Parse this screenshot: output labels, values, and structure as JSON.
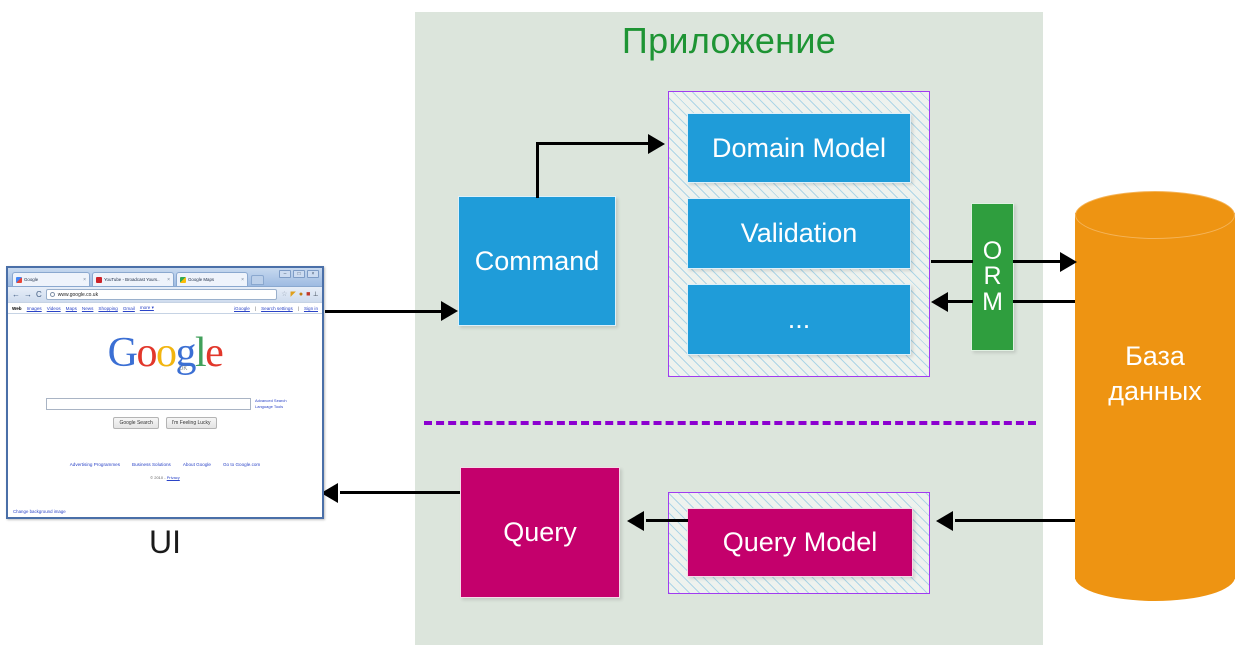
{
  "app": {
    "title": "Приложение",
    "accent_green_text": "#1e9434",
    "panel_background": "#dce5dc",
    "divider_color": "#8c00d0",
    "hatch_border_color": "#a03cf0"
  },
  "command_side": {
    "command_box": {
      "label": "Command",
      "color": "#1f9cd9"
    },
    "write_model_items": [
      {
        "label": "Domain Model",
        "color": "#1f9cd9"
      },
      {
        "label": "Validation",
        "color": "#1f9cd9"
      },
      {
        "label": "...",
        "color": "#1f9cd9"
      }
    ]
  },
  "query_side": {
    "query_box": {
      "label": "Query",
      "color": "#c4006c"
    },
    "query_model_box": {
      "label": "Query Model",
      "color": "#c4006c"
    }
  },
  "orm": {
    "letters": [
      "O",
      "R",
      "M"
    ],
    "color": "#2f9e3e"
  },
  "database": {
    "label_line1": "База",
    "label_line2": "данных",
    "color": "#ee9412"
  },
  "ui": {
    "caption": "UI",
    "browser": {
      "tabs": [
        {
          "title": "Google",
          "close": "×"
        },
        {
          "title": "YouTube - Broadcast Yours..",
          "close": "×"
        },
        {
          "title": "Google Maps",
          "close": "×"
        }
      ],
      "nav": {
        "back": "←",
        "forward": "→",
        "reload": "C"
      },
      "address": "www.google.co.uk",
      "toolbar_icons": [
        "star-icon",
        "extension-icon",
        "user-icon",
        "trash-icon",
        "wrench-icon"
      ],
      "google_nav_left": [
        "Web",
        "Images",
        "Videos",
        "Maps",
        "News",
        "Shopping",
        "Gmail",
        "more ▾"
      ],
      "google_nav_right": [
        "iGoogle",
        "Search settings",
        "Sign in"
      ],
      "logo_letters": [
        {
          "char": "G",
          "class": "b"
        },
        {
          "char": "o",
          "class": "r"
        },
        {
          "char": "o",
          "class": "y"
        },
        {
          "char": "g",
          "class": "b"
        },
        {
          "char": "l",
          "class": "g"
        },
        {
          "char": "e",
          "class": "r"
        }
      ],
      "logo_country": "UK",
      "search_value": "",
      "search_side_links": [
        "Advanced Search",
        "Language Tools"
      ],
      "buttons": [
        "Google Search",
        "I'm Feeling Lucky"
      ],
      "footer_links": [
        "Advertising Programmes",
        "Business Solutions",
        "About Google",
        "Go to Google.com"
      ],
      "copyright": "© 2010 - ",
      "privacy": "Privacy",
      "change_background": "Change background image"
    }
  }
}
